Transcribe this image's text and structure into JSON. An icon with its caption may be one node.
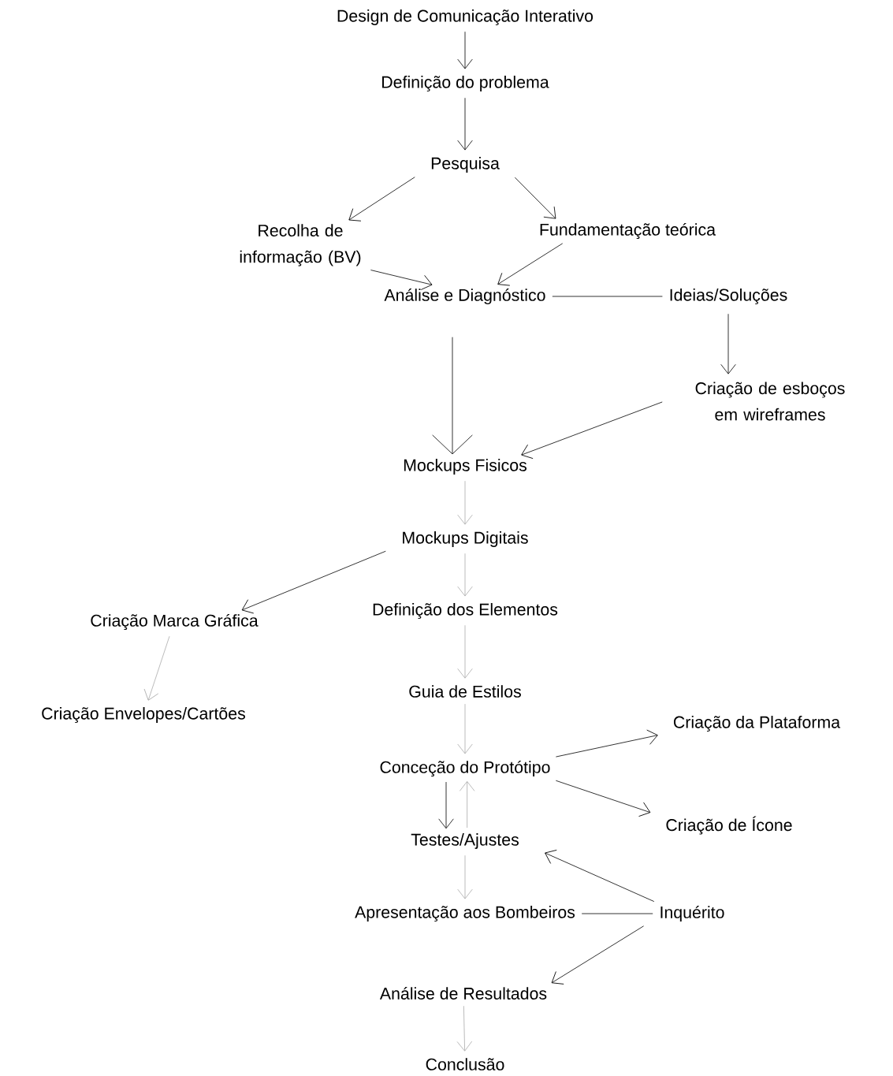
{
  "diagram": {
    "nodes": [
      {
        "text": [
          "Design de Comunicação Interativo"
        ]
      },
      {
        "text": [
          "Definição do problema"
        ]
      },
      {
        "text": [
          "Pesquisa"
        ]
      },
      {
        "text": [
          "Recolha de informação (BV)"
        ]
      },
      {
        "text": [
          "Fundamentação teórica"
        ]
      },
      {
        "text": [
          "Análise e Diagnóstico"
        ]
      },
      {
        "text": [
          "Ideias/Soluções"
        ]
      },
      {
        "text": [
          "Criação de esboços em wireframes"
        ]
      },
      {
        "text": [
          "Mockups Fisicos"
        ]
      },
      {
        "text": [
          "Mockups Digitais"
        ]
      },
      {
        "text": [
          "Criação Marca Gráfica"
        ]
      },
      {
        "text": [
          "Definição dos Elementos"
        ]
      },
      {
        "text": [
          "Criação Envelopes/Cartões"
        ]
      },
      {
        "text": [
          "Guia de Estilos"
        ]
      },
      {
        "text": [
          "Criação da Plataforma"
        ]
      },
      {
        "text": [
          "Conceção do Protótipo"
        ]
      },
      {
        "text": [
          "Criação de Ícone"
        ]
      },
      {
        "text": [
          "Testes/Ajustes"
        ]
      },
      {
        "text": [
          "Apresentação aos Bombeiros"
        ]
      },
      {
        "text": [
          "Inquérito"
        ]
      },
      {
        "text": [
          "Análise de Resultados"
        ]
      },
      {
        "text": [
          "Conclusão"
        ]
      }
    ],
    "edges": [
      {
        "from": 0,
        "to": 1,
        "arrow": "to"
      },
      {
        "from": 1,
        "to": 2,
        "arrow": "to"
      },
      {
        "from": 2,
        "to": 3,
        "arrow": "to"
      },
      {
        "from": 2,
        "to": 4,
        "arrow": "to"
      },
      {
        "from": 3,
        "to": 5,
        "arrow": "to"
      },
      {
        "from": 4,
        "to": 5,
        "arrow": "to"
      },
      {
        "from": 5,
        "to": 6,
        "arrow": "none"
      },
      {
        "from": 6,
        "to": 7,
        "arrow": "to"
      },
      {
        "from": 5,
        "to": 8,
        "arrow": "to"
      },
      {
        "from": 7,
        "to": 8,
        "arrow": "to"
      },
      {
        "from": 8,
        "to": 9,
        "arrow": "to",
        "color": "#aaaaaa"
      },
      {
        "from": 9,
        "to": 10,
        "arrow": "to"
      },
      {
        "from": 9,
        "to": 11,
        "arrow": "to",
        "color": "#aaaaaa"
      },
      {
        "from": 10,
        "to": 12,
        "arrow": "to",
        "color": "#aaaaaa"
      },
      {
        "from": 11,
        "to": 13,
        "arrow": "to",
        "color": "#aaaaaa"
      },
      {
        "from": 13,
        "to": 15,
        "arrow": "to",
        "color": "#aaaaaa"
      },
      {
        "from": 15,
        "to": 14,
        "arrow": "to"
      },
      {
        "from": 15,
        "to": 16,
        "arrow": "to"
      },
      {
        "from": 15,
        "to": 17,
        "arrow": "to"
      },
      {
        "from": 17,
        "to": 15,
        "arrow": "to",
        "color": "#aaaaaa"
      },
      {
        "from": 19,
        "to": 17,
        "arrow": "to"
      },
      {
        "from": 17,
        "to": 18,
        "arrow": "to",
        "color": "#aaaaaa"
      },
      {
        "from": 18,
        "to": 19,
        "arrow": "none"
      },
      {
        "from": 19,
        "to": 20,
        "arrow": "to"
      },
      {
        "from": 20,
        "to": 21,
        "arrow": "to",
        "color": "#aaaaaa"
      }
    ]
  }
}
